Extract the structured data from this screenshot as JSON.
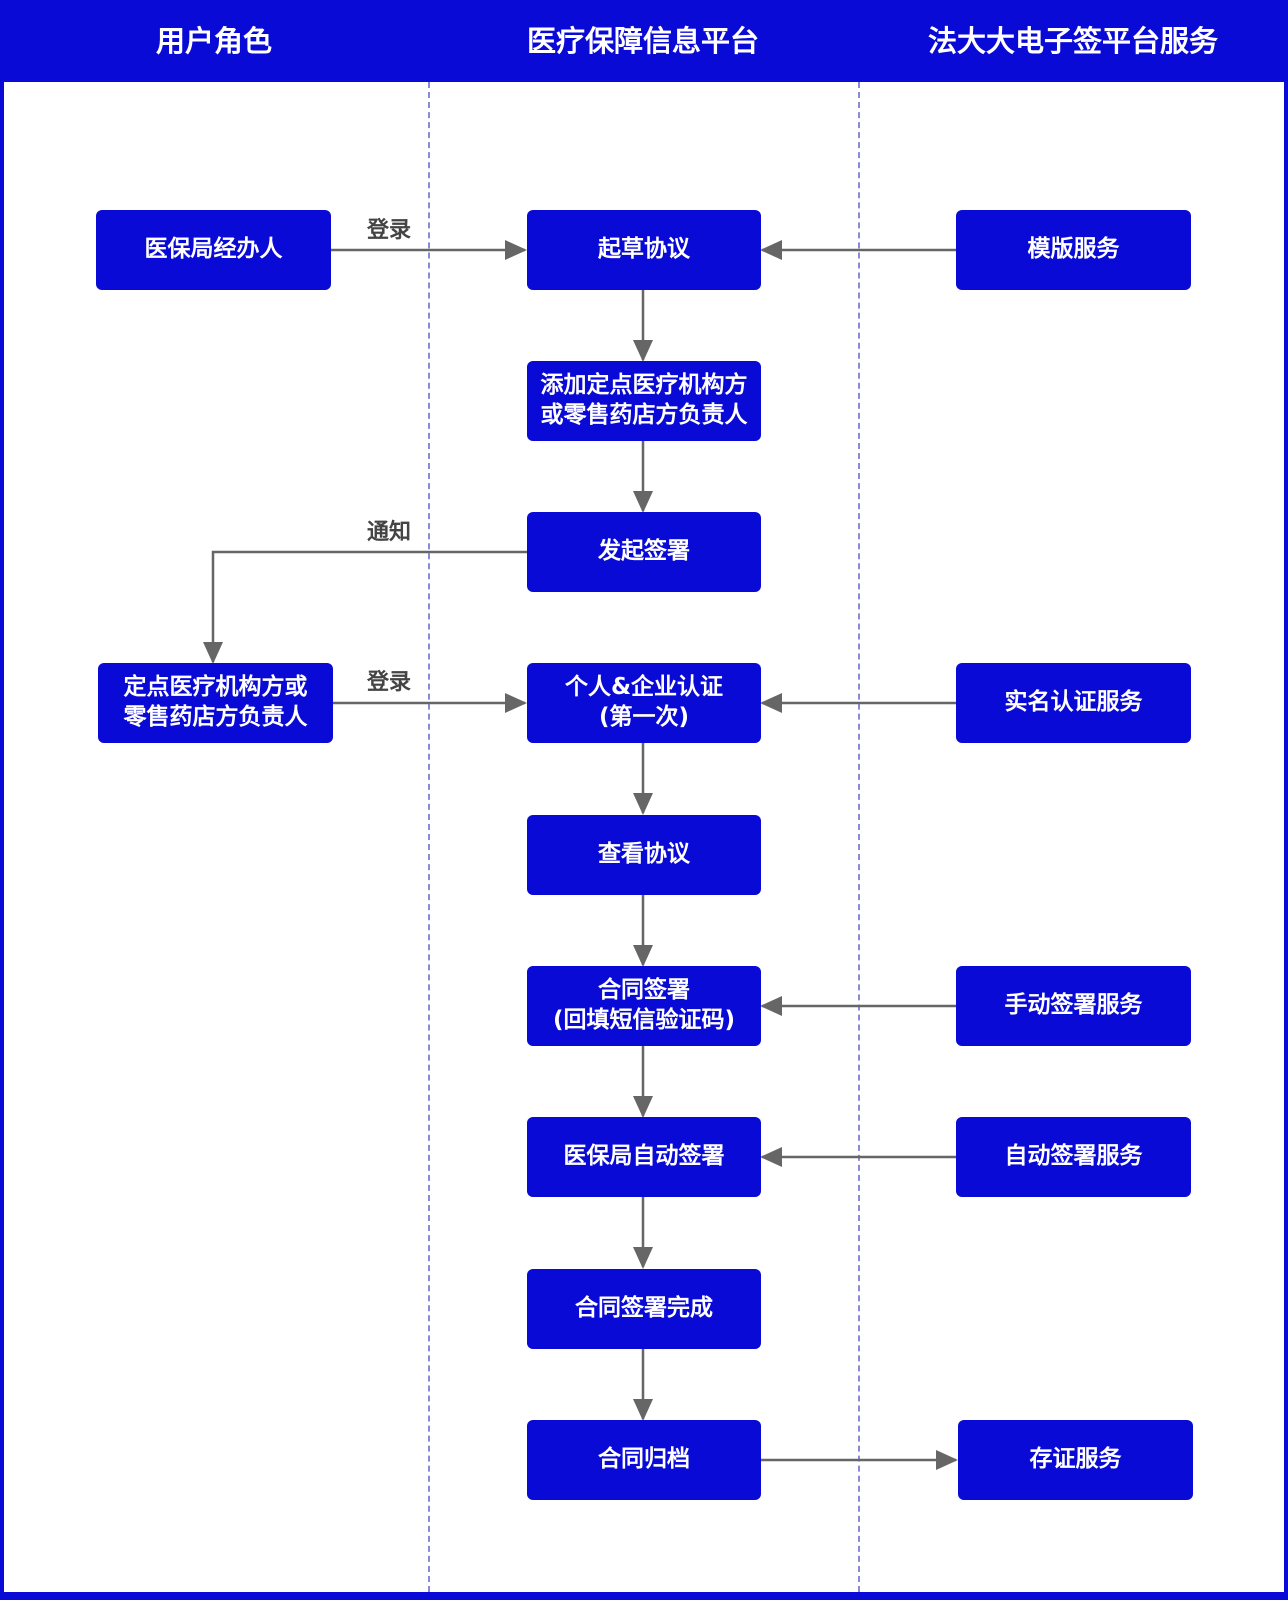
{
  "colors": {
    "brand": "#0A0AD6",
    "connector": "#666666",
    "divider": "#8a8ad8",
    "node_text": "#ffffff",
    "edge_label": "#444444"
  },
  "lanes": [
    {
      "title": "用户角色"
    },
    {
      "title": "医疗保障信息平台"
    },
    {
      "title": "法大大电子签平台服务"
    }
  ],
  "nodes": {
    "agent": "医保局经办人",
    "draft": "起草协议",
    "template": "模版服务",
    "add_party": "添加定点医疗机构方\n或零售药店方负责人",
    "initiate": "发起签署",
    "responsible": "定点医疗机构方或\n零售药店方负责人",
    "auth": "个人&企业认证\n(第一次)",
    "realname": "实名认证服务",
    "view": "查看协议",
    "sign": "合同签署\n(回填短信验证码)",
    "manual": "手动签署服务",
    "auto_sign": "医保局自动签署",
    "auto_service": "自动签署服务",
    "complete": "合同签署完成",
    "archive": "合同归档",
    "evidence": "存证服务"
  },
  "edge_labels": {
    "login1": "登录",
    "notify": "通知",
    "login2": "登录"
  }
}
